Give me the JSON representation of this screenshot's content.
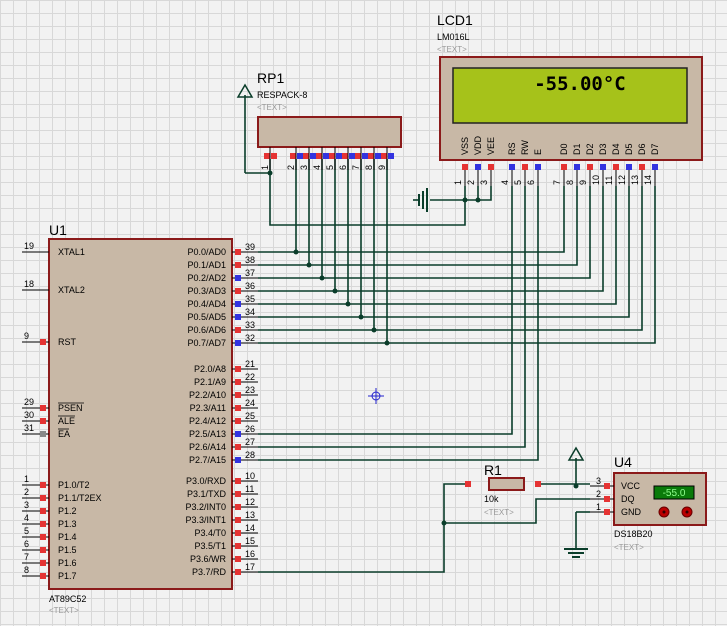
{
  "lcd": {
    "ref": "LCD1",
    "part": "LM016L",
    "text_placeholder": "<TEXT>",
    "display": "-55.00°C",
    "pin_names": [
      "VSS",
      "VDD",
      "VEE",
      "RS",
      "RW",
      "E",
      "D0",
      "D1",
      "D2",
      "D3",
      "D4",
      "D5",
      "D6",
      "D7"
    ],
    "pin_numbers": [
      "1",
      "2",
      "3",
      "4",
      "5",
      "6",
      "7",
      "8",
      "9",
      "10",
      "11",
      "12",
      "13",
      "14"
    ]
  },
  "rp1": {
    "ref": "RP1",
    "part": "RESPACK-8",
    "text_placeholder": "<TEXT>",
    "pin_numbers": [
      "1",
      "2",
      "3",
      "4",
      "5",
      "6",
      "7",
      "8",
      "9"
    ]
  },
  "u1": {
    "ref": "U1",
    "part": "AT89C52",
    "text_placeholder": "<TEXT>",
    "left_pins": [
      {
        "num": "19",
        "name": "XTAL1"
      },
      {
        "num": "18",
        "name": "XTAL2"
      },
      {
        "num": "9",
        "name": "RST"
      },
      {
        "num": "29",
        "name": "PSEN"
      },
      {
        "num": "30",
        "name": "ALE"
      },
      {
        "num": "31",
        "name": "EA"
      },
      {
        "num": "1",
        "name": "P1.0/T2"
      },
      {
        "num": "2",
        "name": "P1.1/T2EX"
      },
      {
        "num": "3",
        "name": "P1.2"
      },
      {
        "num": "4",
        "name": "P1.3"
      },
      {
        "num": "5",
        "name": "P1.4"
      },
      {
        "num": "6",
        "name": "P1.5"
      },
      {
        "num": "7",
        "name": "P1.6"
      },
      {
        "num": "8",
        "name": "P1.7"
      }
    ],
    "right_pins": [
      {
        "num": "39",
        "name": "P0.0/AD0"
      },
      {
        "num": "38",
        "name": "P0.1/AD1"
      },
      {
        "num": "37",
        "name": "P0.2/AD2"
      },
      {
        "num": "36",
        "name": "P0.3/AD3"
      },
      {
        "num": "35",
        "name": "P0.4/AD4"
      },
      {
        "num": "34",
        "name": "P0.5/AD5"
      },
      {
        "num": "33",
        "name": "P0.6/AD6"
      },
      {
        "num": "32",
        "name": "P0.7/AD7"
      },
      {
        "num": "21",
        "name": "P2.0/A8"
      },
      {
        "num": "22",
        "name": "P2.1/A9"
      },
      {
        "num": "23",
        "name": "P2.2/A10"
      },
      {
        "num": "24",
        "name": "P2.3/A11"
      },
      {
        "num": "25",
        "name": "P2.4/A12"
      },
      {
        "num": "26",
        "name": "P2.5/A13"
      },
      {
        "num": "27",
        "name": "P2.6/A14"
      },
      {
        "num": "28",
        "name": "P2.7/A15"
      },
      {
        "num": "10",
        "name": "P3.0/RXD"
      },
      {
        "num": "11",
        "name": "P3.1/TXD"
      },
      {
        "num": "12",
        "name": "P3.2/INT0"
      },
      {
        "num": "13",
        "name": "P3.3/INT1"
      },
      {
        "num": "14",
        "name": "P3.4/T0"
      },
      {
        "num": "15",
        "name": "P3.5/T1"
      },
      {
        "num": "16",
        "name": "P3.6/WR"
      },
      {
        "num": "17",
        "name": "P3.7/RD"
      }
    ]
  },
  "r1": {
    "ref": "R1",
    "value": "10k",
    "text_placeholder": "<TEXT>"
  },
  "u4": {
    "ref": "U4",
    "part": "DS18B20",
    "text_placeholder": "<TEXT>",
    "readout": "-55.0",
    "pins": [
      {
        "num": "3",
        "name": "VCC"
      },
      {
        "num": "2",
        "name": "DQ"
      },
      {
        "num": "1",
        "name": "GND"
      }
    ]
  },
  "colors": {
    "lcd_screen": "#a6c21a",
    "component_fill": "#c8b8a6",
    "component_border": "#8b1a1a",
    "wire": "#0a3d2a",
    "pin_red": "#e53333",
    "pin_blue": "#3333e0",
    "readout_bg": "#0a7a0a",
    "readout_text": "#8fff8f"
  }
}
